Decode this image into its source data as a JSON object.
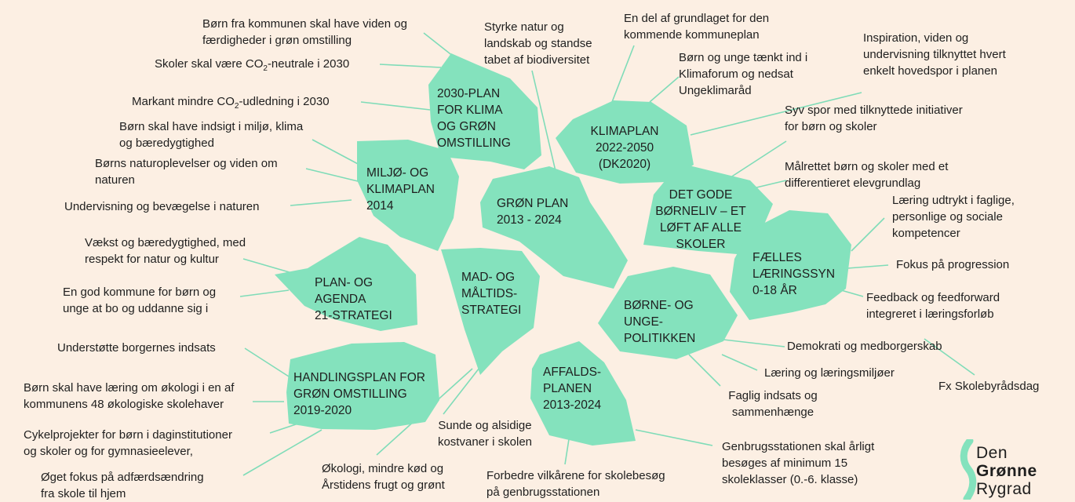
{
  "blobs": [
    {
      "id": "gron-plan",
      "text": "GRØN PLAN\n2013 - 2024"
    },
    {
      "id": "klima-2030",
      "text": "2030-PLAN\nFOR KLIMA\nOG GRØN\nOMSTILLING"
    },
    {
      "id": "klimaplan-2022",
      "text": "KLIMAPLAN\n2022-2050\n(DK2020)"
    },
    {
      "id": "miljo-klima",
      "text": "MILJØ- OG\nKLIMAPLAN\n2014"
    },
    {
      "id": "borneliv",
      "text": "DET GODE\nBØRNELIV – ET\nLØFT AF ALLE\nSKOLER"
    },
    {
      "id": "laeringssyn",
      "text": "FÆLLES\nLÆRINGSSYN\n0-18 ÅR"
    },
    {
      "id": "plan-agenda",
      "text": "PLAN- OG\nAGENDA\n21-STRATEGI"
    },
    {
      "id": "mad-maltid",
      "text": "MAD- OG\nMÅLTIDS-\nSTRATEGI"
    },
    {
      "id": "borne-unge",
      "text": "BØRNE- OG\nUNGE-\nPOLITIKKEN"
    },
    {
      "id": "handlingsplan",
      "text": "HANDLINGSPLAN FOR\nGRØN OMSTILLING\n2019-2020"
    },
    {
      "id": "affald",
      "text": "AFFALDS-\nPLANEN\n2013-2024"
    }
  ],
  "labels": [
    {
      "id": "viden-faerdigheder",
      "text": "Børn fra kommunen skal have viden og\nfærdigheder i grøn omstilling"
    },
    {
      "id": "co2-neutrale",
      "pre": "Skoler skal være CO",
      "sub": "2",
      "post": "-neutrale i 2030"
    },
    {
      "id": "co2-udledning",
      "pre": "Markant mindre CO",
      "sub": "2",
      "post": "-udledning i 2030"
    },
    {
      "id": "indsigt-miljo",
      "text": "Børn skal have indsigt i miljø, klima\nog bæredygtighed"
    },
    {
      "id": "naturoplevelser",
      "text": "Børns naturoplevelser og viden om\nnaturen"
    },
    {
      "id": "undervisning-natur",
      "text": "Undervisning og bevægelse i naturen"
    },
    {
      "id": "styrke-natur",
      "text": "Styrke natur og\nlandskab og standse\ntabet af biodiversitet"
    },
    {
      "id": "kommuneplan",
      "text": "En del af grundlaget for den\nkommende kommuneplan"
    },
    {
      "id": "klimaforum",
      "text": "Børn og unge tænkt ind i\nKlimaforum og nedsat\nUngeklimaråd"
    },
    {
      "id": "inspiration",
      "text": "Inspiration, viden og\nundervisning tilknyttet hvert\nenkelt hovedspor i planen"
    },
    {
      "id": "syv-spor",
      "text": "Syv spor med tilknyttede initiativer\nfor børn og skoler"
    },
    {
      "id": "maalrettet",
      "text": "Målrettet børn og skoler med et\ndifferentieret elevgrundlag"
    },
    {
      "id": "laering-udtrykt",
      "text": "Læring udtrykt i faglige,\npersonlige og sociale\nkompetencer"
    },
    {
      "id": "progression",
      "text": "Fokus på progression"
    },
    {
      "id": "feedback",
      "text": "Feedback og feedforward\nintegreret i læringsforløb"
    },
    {
      "id": "vaekst",
      "text": "Vækst og bæredygtighed, med\nrespekt for natur og kultur"
    },
    {
      "id": "god-kommune",
      "text": "En god kommune for børn og\nunge at bo og uddanne sig i"
    },
    {
      "id": "demokrati",
      "text": "Demokrati og medborgerskab"
    },
    {
      "id": "laeringsmiljoer",
      "text": "Læring og læringsmiljøer"
    },
    {
      "id": "skolebyraadsdag",
      "text": "Fx Skolebyrådsdag"
    },
    {
      "id": "faglig-indsats",
      "text": "Faglig indsats og\nsammenhænge"
    },
    {
      "id": "borgernes-indsats",
      "text": "Understøtte borgernes indsats"
    },
    {
      "id": "okologi-skolehaver",
      "text": "Børn skal have læring om økologi i en af\nkommunens 48 økologiske skolehaver"
    },
    {
      "id": "cykelprojekter",
      "text": "Cykelprojekter for børn i daginstitutioner\nog skoler og for gymnasieelever,"
    },
    {
      "id": "adfaerdsaendring",
      "text": "Øget fokus på adfærdsændring\nfra skole til hjem"
    },
    {
      "id": "sunde-kostvaner",
      "text": "Sunde og alsidige\nkostvaner i skolen"
    },
    {
      "id": "okologi-kod",
      "text": "Økologi, mindre kød og\nÅrstidens frugt og grønt"
    },
    {
      "id": "vilkaar-skolebesog",
      "text": "Forbedre vilkårene for skolebesøg\npå genbrugsstationen"
    },
    {
      "id": "genbrugsstation",
      "text": "Genbrugsstationen skal årligt\nbesøges af minimum 15\nskoleklasser (0.-6. klasse)"
    }
  ],
  "logo": {
    "line1": "Den",
    "line2": "Grønne",
    "line3": "Rygrad"
  },
  "colors": {
    "blob": "#84e2bd",
    "line": "#7fdcb8",
    "background": "#fcefe3",
    "text": "#1e1e1e"
  }
}
